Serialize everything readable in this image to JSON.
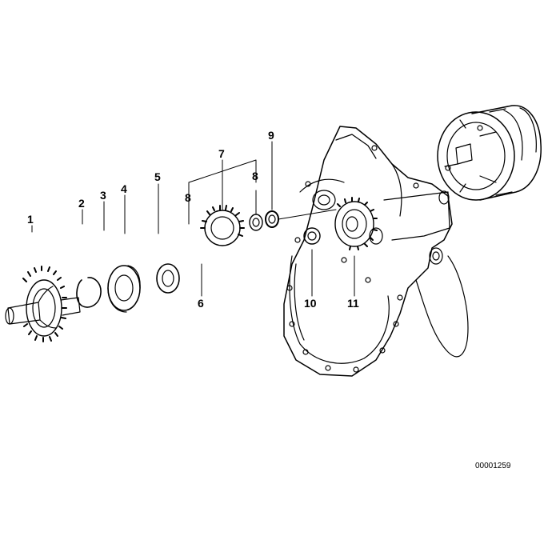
{
  "callouts": {
    "c1": "1",
    "c2": "2",
    "c3": "3",
    "c4": "4",
    "c5": "5",
    "c6": "6",
    "c7": "7",
    "c8a": "8",
    "c8b": "8",
    "c9": "9",
    "c10": "10",
    "c11": "11"
  },
  "drawing_number": "00001259",
  "colors": {
    "line": "#000000",
    "background": "#ffffff"
  }
}
